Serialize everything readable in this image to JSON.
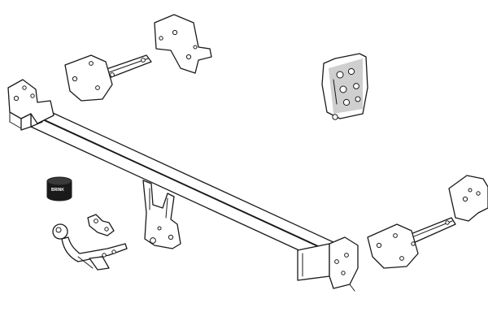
{
  "illustration": {
    "parts": [
      {
        "id": "crossbar",
        "icon": "crossbar-icon"
      },
      {
        "id": "left-side-bracket",
        "icon": "bracket-icon"
      },
      {
        "id": "right-side-bracket",
        "icon": "bracket-icon"
      },
      {
        "id": "ball-neck",
        "icon": "tow-ball-icon"
      },
      {
        "id": "socket-plate",
        "icon": "socket-plate-icon"
      },
      {
        "id": "tow-ball-cap",
        "icon": "cap-icon"
      },
      {
        "id": "fixing-kit-bag",
        "icon": "bolt-bag-icon"
      }
    ],
    "cap_brand_text": "BRINK",
    "line_color": "#1a1a1a",
    "background_color": "#ffffff"
  }
}
